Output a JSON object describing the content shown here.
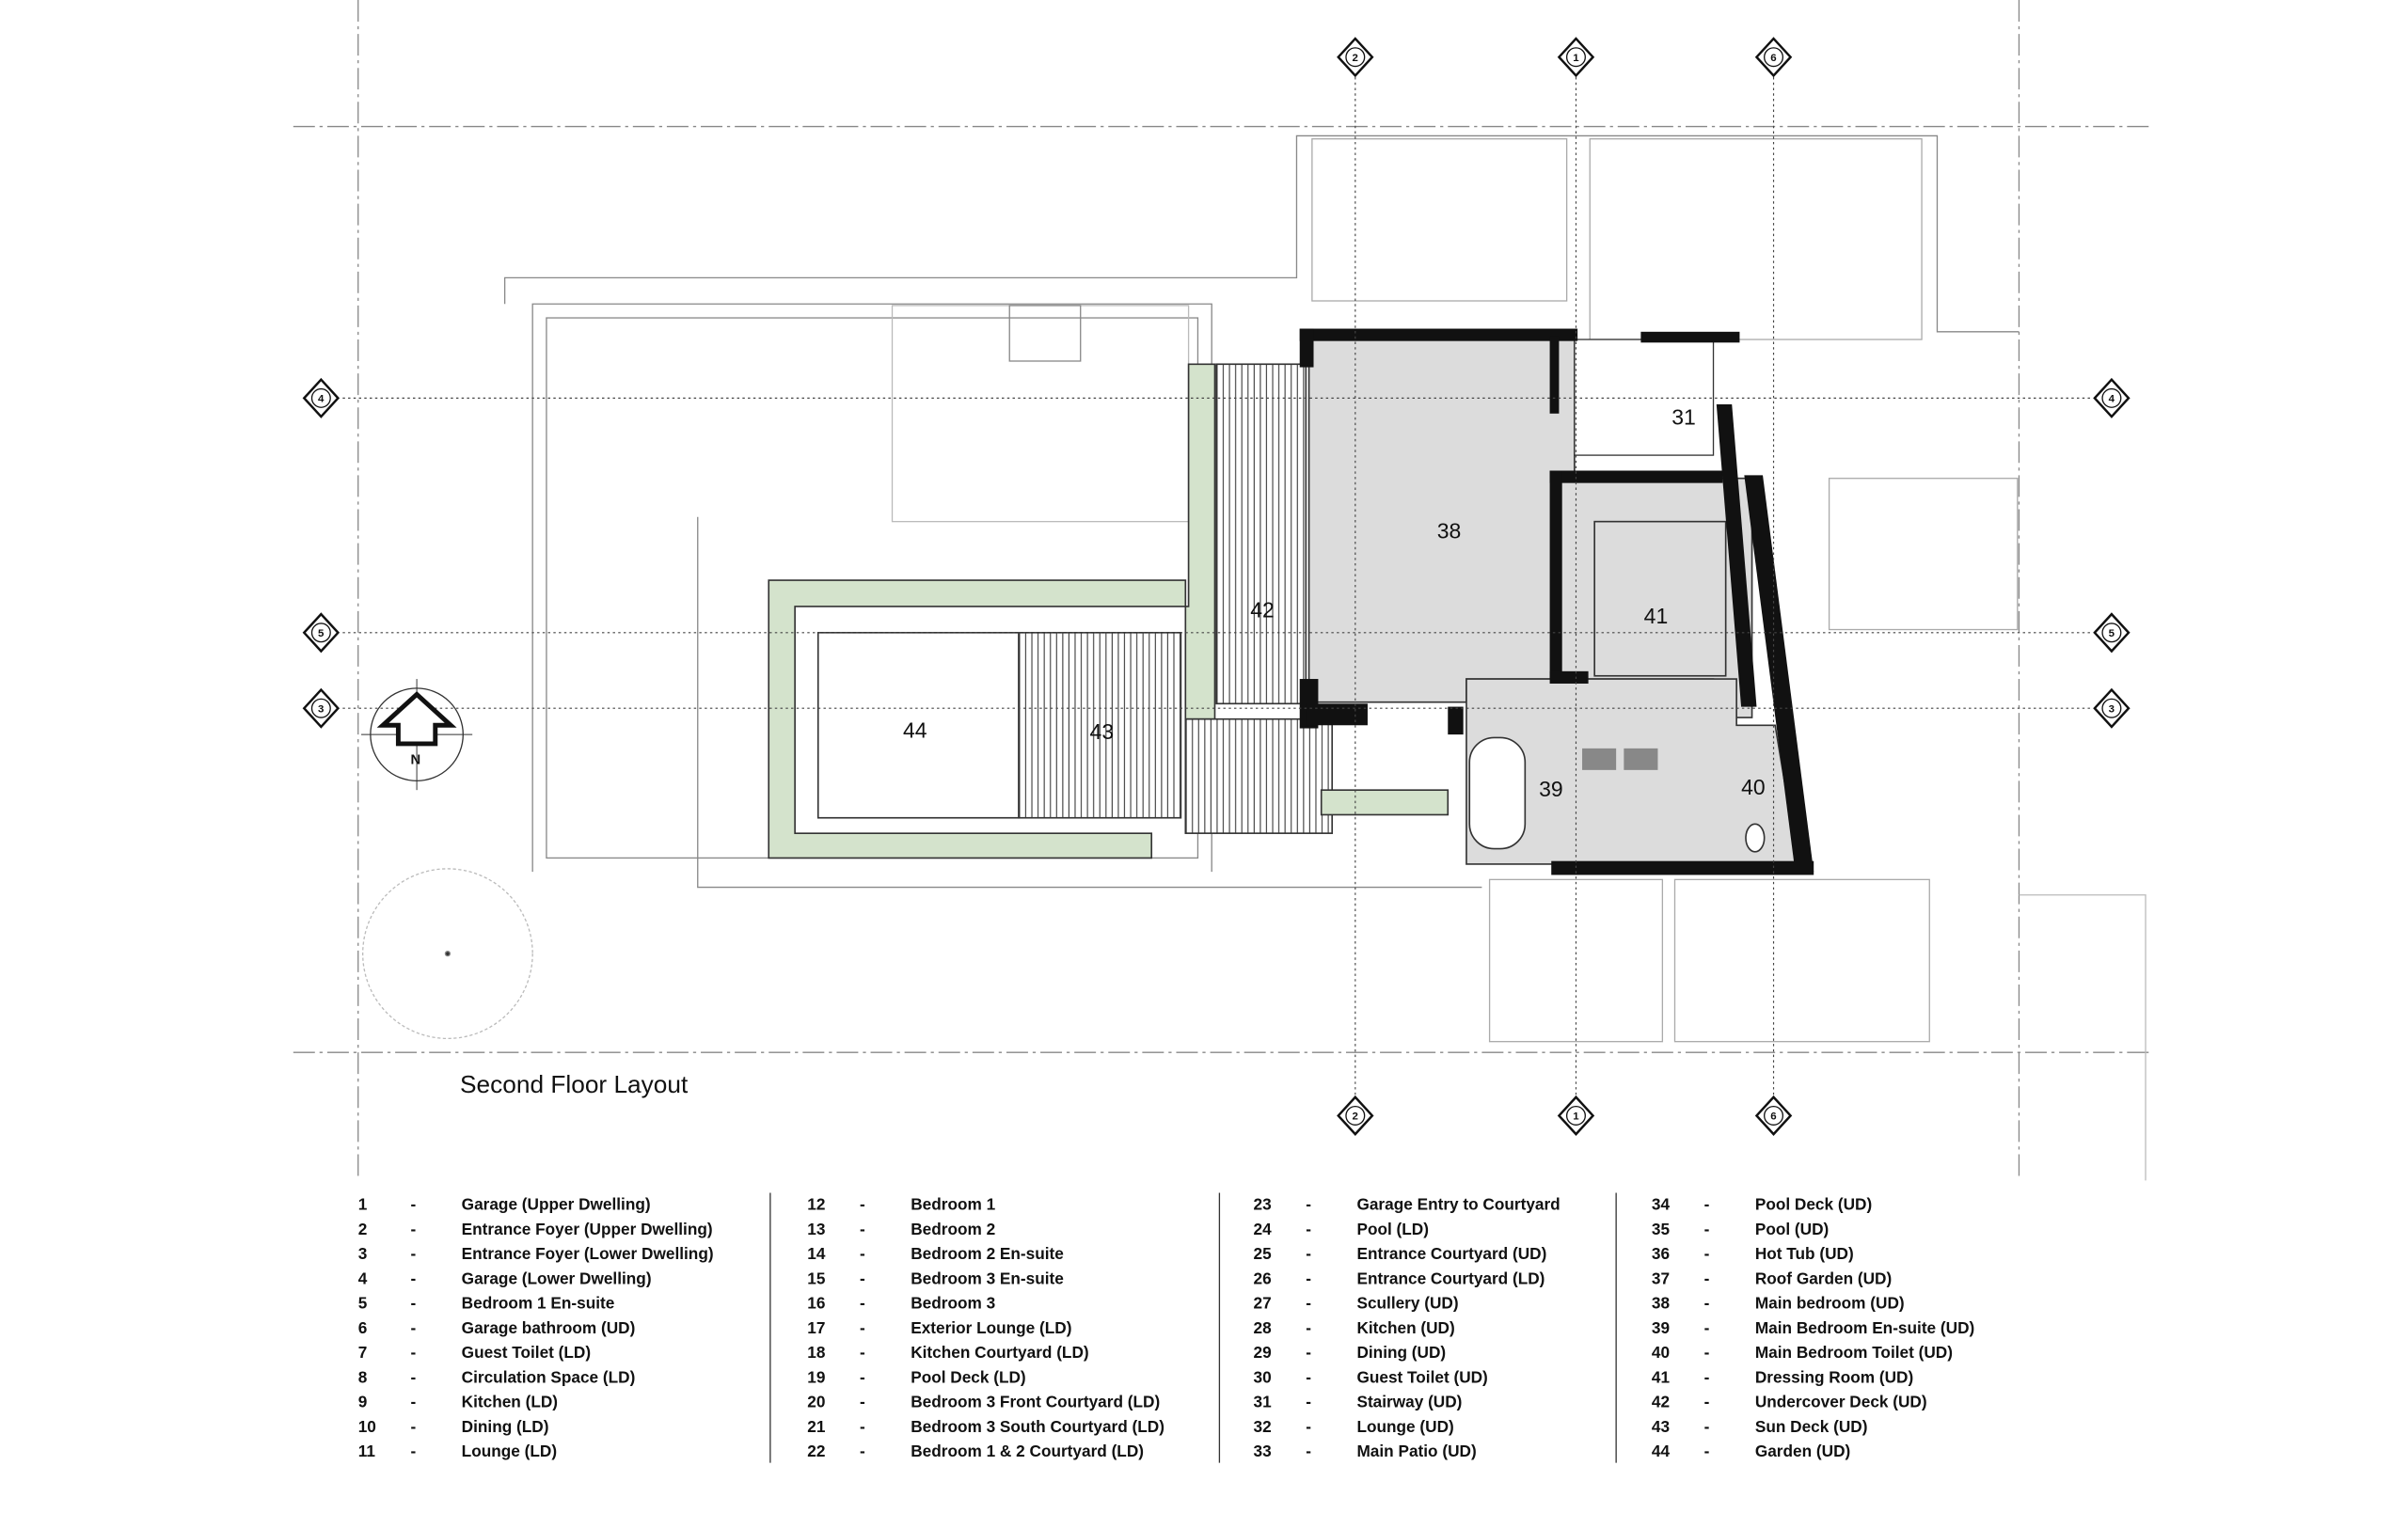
{
  "title": "Second Floor Layout",
  "north_label": "N",
  "grid_axes": {
    "vertical": [
      "2",
      "1",
      "6"
    ],
    "horizontal": [
      "4",
      "5",
      "3"
    ]
  },
  "room_tags": {
    "r31": "31",
    "r38": "38",
    "r41": "41",
    "r42": "42",
    "r44": "44",
    "r43": "43",
    "r39": "39",
    "r40": "40"
  },
  "colors": {
    "wall": "#111111",
    "room_fill": "#dcdcdc",
    "garden": "#d4e3cc",
    "line": "#555555"
  },
  "legend": [
    {
      "num": "1",
      "name": "Garage (Upper Dwelling)"
    },
    {
      "num": "2",
      "name": "Entrance Foyer (Upper Dwelling)"
    },
    {
      "num": "3",
      "name": "Entrance Foyer (Lower Dwelling)"
    },
    {
      "num": "4",
      "name": "Garage (Lower Dwelling)"
    },
    {
      "num": "5",
      "name": "Bedroom 1 En-suite"
    },
    {
      "num": "6",
      "name": "Garage bathroom (UD)"
    },
    {
      "num": "7",
      "name": "Guest Toilet (LD)"
    },
    {
      "num": "8",
      "name": "Circulation Space (LD)"
    },
    {
      "num": "9",
      "name": "Kitchen (LD)"
    },
    {
      "num": "10",
      "name": "Dining (LD)"
    },
    {
      "num": "11",
      "name": "Lounge (LD)"
    },
    {
      "num": "12",
      "name": "Bedroom 1"
    },
    {
      "num": "13",
      "name": "Bedroom 2"
    },
    {
      "num": "14",
      "name": "Bedroom 2 En-suite"
    },
    {
      "num": "15",
      "name": "Bedroom 3 En-suite"
    },
    {
      "num": "16",
      "name": "Bedroom 3"
    },
    {
      "num": "17",
      "name": "Exterior Lounge (LD)"
    },
    {
      "num": "18",
      "name": "Kitchen Courtyard (LD)"
    },
    {
      "num": "19",
      "name": "Pool Deck (LD)"
    },
    {
      "num": "20",
      "name": "Bedroom 3 Front Courtyard (LD)"
    },
    {
      "num": "21",
      "name": "Bedroom 3 South Courtyard (LD)"
    },
    {
      "num": "22",
      "name": "Bedroom 1 & 2 Courtyard (LD)"
    },
    {
      "num": "23",
      "name": "Garage Entry to Courtyard"
    },
    {
      "num": "24",
      "name": "Pool (LD)"
    },
    {
      "num": "25",
      "name": "Entrance Courtyard (UD)"
    },
    {
      "num": "26",
      "name": "Entrance Courtyard (LD)"
    },
    {
      "num": "27",
      "name": "Scullery (UD)"
    },
    {
      "num": "28",
      "name": "Kitchen (UD)"
    },
    {
      "num": "29",
      "name": "Dining (UD)"
    },
    {
      "num": "30",
      "name": "Guest Toilet (UD)"
    },
    {
      "num": "31",
      "name": "Stairway (UD)"
    },
    {
      "num": "32",
      "name": "Lounge (UD)"
    },
    {
      "num": "33",
      "name": "Main Patio (UD)"
    },
    {
      "num": "34",
      "name": "Pool Deck (UD)"
    },
    {
      "num": "35",
      "name": "Pool (UD)"
    },
    {
      "num": "36",
      "name": "Hot Tub (UD)"
    },
    {
      "num": "37",
      "name": "Roof Garden (UD)"
    },
    {
      "num": "38",
      "name": "Main bedroom (UD)"
    },
    {
      "num": "39",
      "name": "Main Bedroom En-suite (UD)"
    },
    {
      "num": "40",
      "name": "Main Bedroom Toilet (UD)"
    },
    {
      "num": "41",
      "name": "Dressing Room (UD)"
    },
    {
      "num": "42",
      "name": "Undercover Deck (UD)"
    },
    {
      "num": "43",
      "name": "Sun Deck (UD)"
    },
    {
      "num": "44",
      "name": "Garden (UD)"
    }
  ],
  "legend_separator": "-"
}
